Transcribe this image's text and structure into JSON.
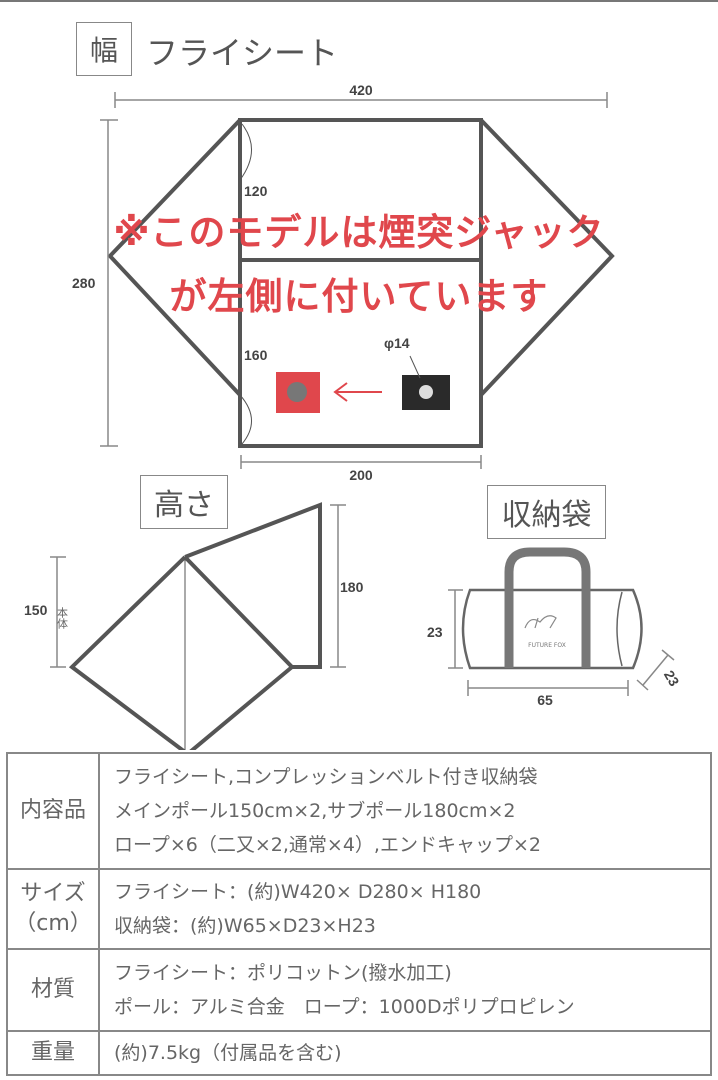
{
  "width_section": {
    "label": "幅",
    "title": "フライシート",
    "dim_width": "420",
    "dim_depth": "280",
    "dim_upper": "120",
    "dim_lower": "160",
    "dim_inner_width": "200",
    "chimney_size": "φ14"
  },
  "notice": {
    "line1": "※このモデルは煙突ジャック",
    "line2": "が左側に付いています",
    "color": "#e0474c"
  },
  "height_section": {
    "label": "高さ",
    "dim_main": "150",
    "main_label": "本体",
    "dim_sub": "180"
  },
  "bag_section": {
    "label": "収納袋",
    "dim_height": "23",
    "dim_width": "65",
    "dim_depth": "23",
    "logo_text": "FUTURE FOX"
  },
  "specs": [
    {
      "header": "内容品",
      "lines": [
        "フライシート,コンプレッションベルト付き収納袋",
        "メインポール150cm×2,サブポール180cm×2",
        "ロープ×6（二又×2,通常×4）,エンドキャップ×2"
      ]
    },
    {
      "header": "サイズ（cm）",
      "lines": [
        "フライシート：(約)W420× D280× H180",
        "収納袋：(約)W65×D23×H23"
      ]
    },
    {
      "header": "材質",
      "lines": [
        "フライシート：ポリコットン(撥水加工)",
        "ポール：アルミ合金　ロープ：1000Dポリプロピレン"
      ]
    },
    {
      "header": "重量",
      "lines": [
        "(約)7.5kg（付属品を含む)"
      ]
    }
  ]
}
